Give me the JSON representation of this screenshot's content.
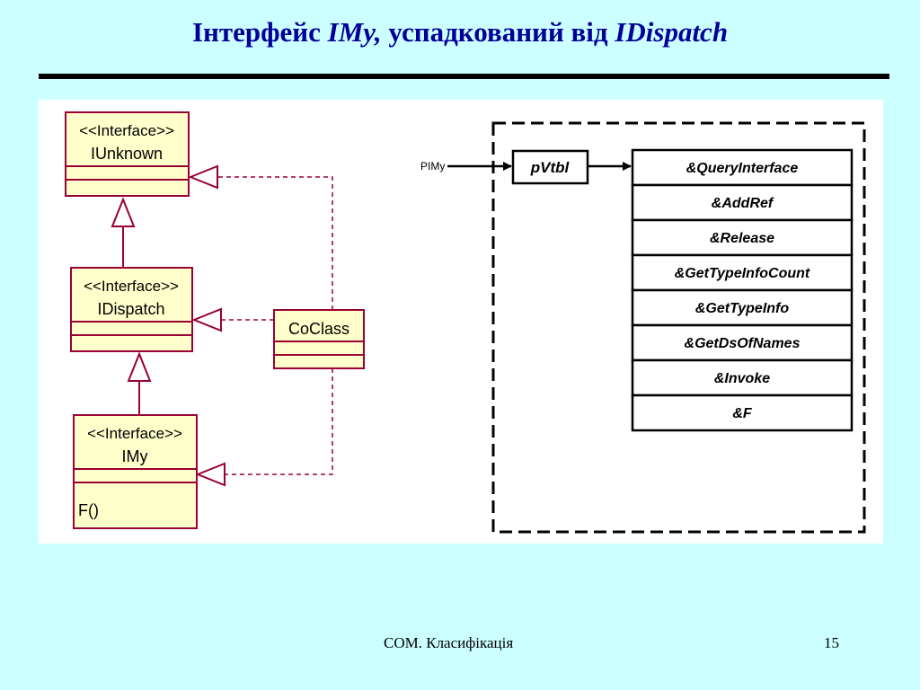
{
  "title": {
    "part1": "Інтерфейс ",
    "interface_name": "IMy,",
    "part2": " успадкований від ",
    "base_name": "IDispatch"
  },
  "uml": {
    "iunknown": {
      "stereotype": "<<Interface>>",
      "name": "IUnknown"
    },
    "idispatch": {
      "stereotype": "<<Interface>>",
      "name": "IDispatch"
    },
    "imy": {
      "stereotype": "<<Interface>>",
      "name": "IMy",
      "method": "F()"
    },
    "coclass": {
      "name": "CoClass"
    }
  },
  "vtable": {
    "pointer_label": "PIMy",
    "pvtbl_label": "pVtbl",
    "entries": [
      "&QueryInterface",
      "&AddRef",
      "&Release",
      "&GetTypeInfoCount",
      "&GetTypeInfo",
      "&GetDsOfNames",
      "&Invoke",
      "&F"
    ]
  },
  "footer": {
    "caption": "COM. Класифікація",
    "page_number": "15"
  },
  "colors": {
    "background": "#ccffff",
    "title": "#000099",
    "uml_fill": "#ffffcc",
    "uml_stroke": "#990033"
  }
}
